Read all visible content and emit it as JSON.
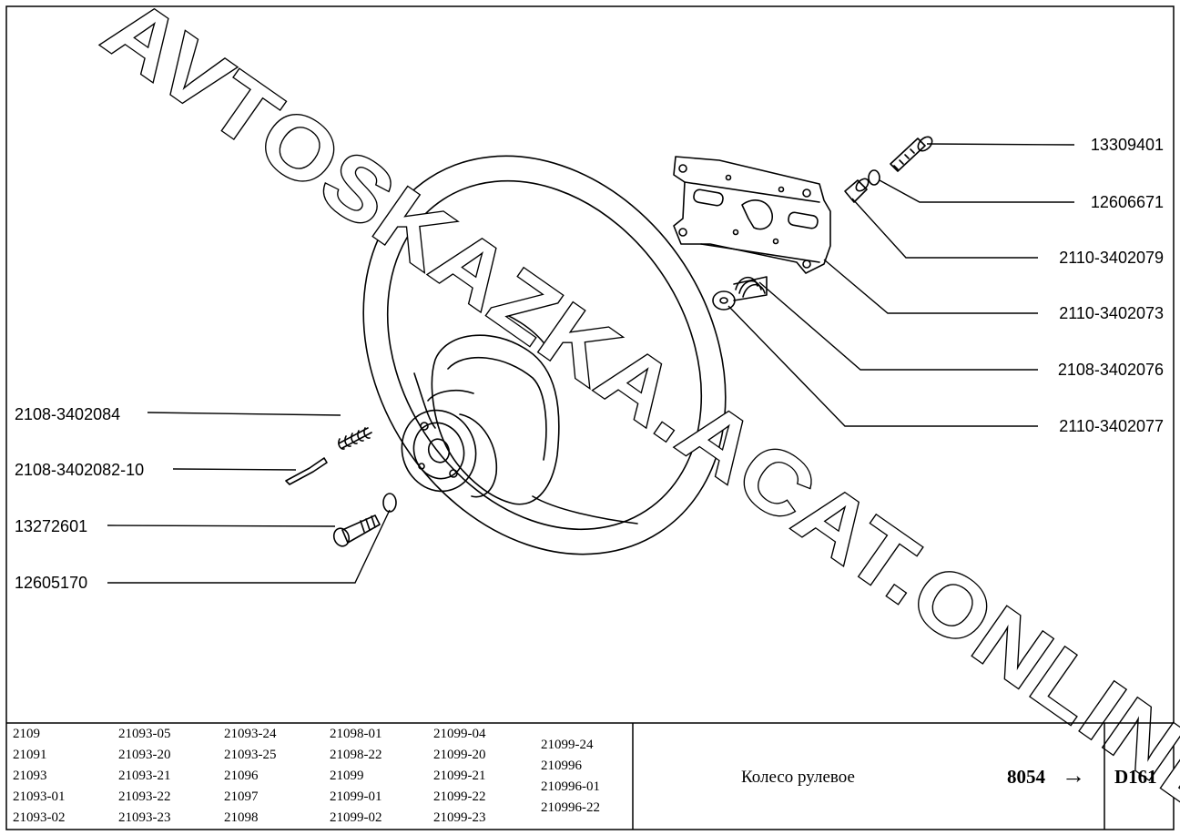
{
  "watermark": "AVTOSKAZKA.ACAT.ONLINE",
  "callouts_right": [
    {
      "part": "13309401"
    },
    {
      "part": "12606671"
    },
    {
      "part": "2110-3402079"
    },
    {
      "part": "2110-3402073"
    },
    {
      "part": "2108-3402076"
    },
    {
      "part": "2110-3402077"
    }
  ],
  "callouts_left": [
    {
      "part": "2108-3402084"
    },
    {
      "part": "2108-3402082-10"
    },
    {
      "part": "13272601"
    },
    {
      "part": "12605170"
    }
  ],
  "models": [
    [
      "2109",
      "21091",
      "21093",
      "21093-01",
      "21093-02"
    ],
    [
      "21093-05",
      "21093-20",
      "21093-21",
      "21093-22",
      "21093-23"
    ],
    [
      "21093-24",
      "21093-25",
      "21096",
      "21097",
      "21098"
    ],
    [
      "21098-01",
      "21098-22",
      "21099",
      "21099-01",
      "21099-02"
    ],
    [
      "21099-04",
      "21099-20",
      "21099-21",
      "21099-22",
      "21099-23"
    ],
    [
      "21099-24",
      "210996",
      "210996-01",
      "210996-22"
    ]
  ],
  "title_block": {
    "title": "Колесо рулевое",
    "code": "8054",
    "arrow": "→",
    "sheet": "D161"
  }
}
